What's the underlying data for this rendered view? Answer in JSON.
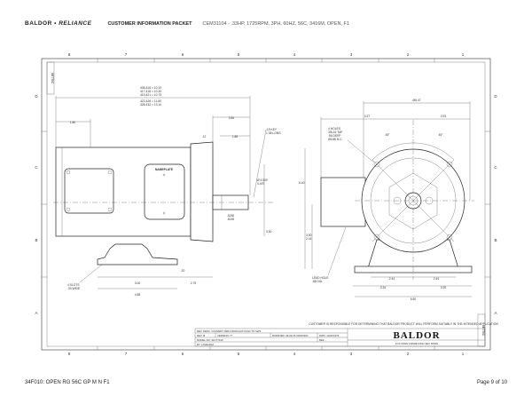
{
  "header": {
    "brand": "BALDOR",
    "brand_sep": " • ",
    "brand2": "RELIANCE",
    "packet_title": "CUSTOMER INFORMATION PACKET",
    "model_desc": "CEM31104 - .33HP, 1725RPM, 3PH, 60HZ, 56C, 3416M, OPEN, F1"
  },
  "drawing": {
    "zones_top": [
      "8",
      "7",
      "6",
      "5",
      "4",
      "3",
      "2",
      "1"
    ],
    "zones_side": [
      "D",
      "C",
      "B",
      "A"
    ],
    "metric_label": "METRIC",
    "nameplate_label": "NAMEPLATE",
    "overall_lengths": [
      "408-416 = 10.10",
      "417-418 = 10.30",
      "419-421 = 10.73",
      "422-426 = 11.60",
      "428-432 = 13.10"
    ],
    "dims": {
      "d1_80": "1.80",
      "d3_84": "3.84",
      "d_12": ".12",
      "d1_88": "1.88",
      "key_line1": ".19 KEY",
      "key_line2": "1.38 LONG",
      "shaft_dia1": "Ø 4.500",
      "shaft_dia2": "4.497",
      "flat1": ".6250",
      "flat2": ".6245",
      "h3_50": "3.50",
      "slots1": "4 SLOTS",
      "slots2": ".34 WIDE",
      "d_20": ".20",
      "d3_00": "3.00",
      "d2_75": "2.75",
      "d4_88": "4.88",
      "dia6_47": "Ø6.47",
      "d3_27": "3.27",
      "d3_93": "3.93",
      "holes1": "4 HOLES",
      "holes2": "3/8-16 TAP",
      "holes3": ".56 DEEP",
      "holes4": "Ø5.88 B.C.",
      "ang1": "45°",
      "ang2": "45°",
      "h6_40": "6.40",
      "h3_50b": "3.50",
      "h2_44": "2.44",
      "lead1": "LEAD HOLE",
      "lead2": ".88 DIA.",
      "d2_44a": "2.44",
      "d2_44b": "2.44",
      "d3_34": "3.34",
      "d3_30": "3.30",
      "d6_50": "6.50"
    }
  },
  "title_block": {
    "disclaimer": "CUSTOMER IS RESPONSIBLE FOR DETERMINING THAT BALDOR PRODUCT WILL PERFORM SUITABLY IN THE INTENDED APPLICATION",
    "row1": "REV. DESC: CONVERT DWN FROM AUTOCAD TO SW3",
    "rev": "REV: B",
    "version": "VERSION: 77",
    "modified": "MODIFIED: 09-09-15 CDMO303",
    "dwn": "DWN: 10/20/1979",
    "model_no": "MODEL NO: 34CT7010",
    "ref": "REF: -",
    "by": "BY: LTARLANZ",
    "logo": "BALDOR",
    "dwg_title": "FCS OPEN FRAME RING SEC 5/PRN"
  },
  "footer": {
    "left": "34F010: OPEN RG 56C GP M N F1",
    "right": "Page 9 of 10"
  }
}
